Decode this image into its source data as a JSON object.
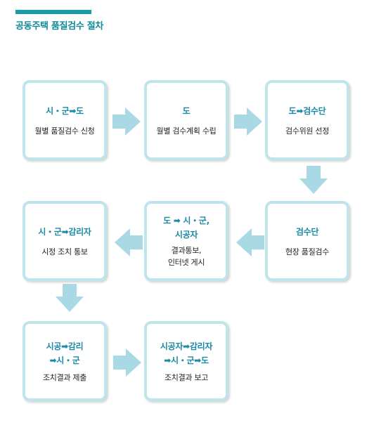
{
  "title": "공동주택 품질검수 절차",
  "boxes": {
    "b1": {
      "head": [
        "시・군➡도"
      ],
      "desc": [
        "월별 품질검수 신청"
      ]
    },
    "b2": {
      "head": [
        "도"
      ],
      "desc": [
        "월별 검수계획 수립"
      ]
    },
    "b3": {
      "head": [
        "도➡검수단"
      ],
      "desc": [
        "검수위원 선정"
      ]
    },
    "b4": {
      "head": [
        "검수단"
      ],
      "desc": [
        "현장 품질검수"
      ]
    },
    "b5": {
      "head": [
        "도 ➡ 시・군,",
        "시공자"
      ],
      "desc": [
        "결과통보,",
        "인터넷 게시"
      ]
    },
    "b6": {
      "head": [
        "시・군➡감리자"
      ],
      "desc": [
        "시정 조치 통보"
      ]
    },
    "b7": {
      "head": [
        "시공➡감리",
        "➡시・군"
      ],
      "desc": [
        "조치결과 제출"
      ]
    },
    "b8": {
      "head": [
        "시공자➡감리자",
        "➡시・군➡도"
      ],
      "desc": [
        "조치결과 보고"
      ]
    }
  },
  "colors": {
    "accent": "#1b9aa8",
    "title": "#0f8a98",
    "box_border": "#bfe4ec",
    "arrow": "#a9d9e5",
    "head_text": "#1a8aa6"
  }
}
